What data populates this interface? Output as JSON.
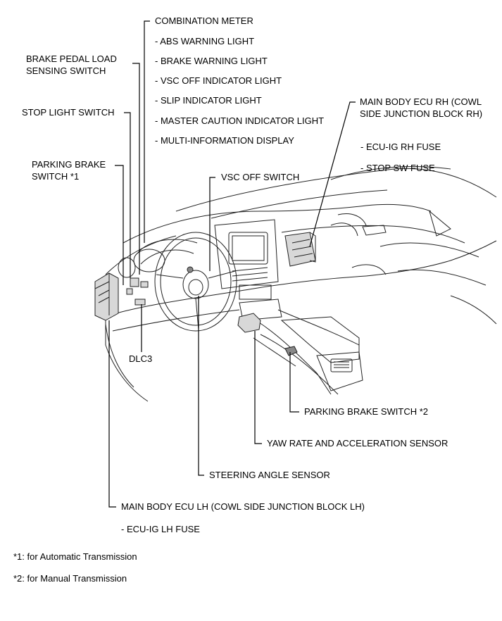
{
  "labels": {
    "combination_meter": "COMBINATION METER",
    "abs_warning": "- ABS WARNING LIGHT",
    "brake_warning": "- BRAKE WARNING LIGHT",
    "vsc_off_indicator": "- VSC OFF INDICATOR LIGHT",
    "slip_indicator": "- SLIP INDICATOR LIGHT",
    "master_caution": "- MASTER CAUTION INDICATOR LIGHT",
    "multi_info": "- MULTI-INFORMATION DISPLAY",
    "brake_pedal_load": "BRAKE PEDAL LOAD\nSENSING SWITCH",
    "stop_light_switch": "STOP LIGHT SWITCH",
    "parking_brake_1": "PARKING BRAKE\nSWITCH *1",
    "main_body_ecu_rh": "MAIN BODY ECU RH (COWL\nSIDE JUNCTION BLOCK RH)",
    "ecu_ig_rh": "- ECU-IG RH FUSE",
    "stop_sw": "- STOP SW FUSE",
    "vsc_off_switch": "VSC OFF SWITCH",
    "dlc3": "DLC3",
    "parking_brake_2": "PARKING BRAKE SWITCH *2",
    "yaw_rate": "YAW RATE AND ACCELERATION SENSOR",
    "steering_angle": "STEERING ANGLE SENSOR",
    "main_body_ecu_lh": "MAIN BODY ECU LH (COWL SIDE JUNCTION BLOCK LH)",
    "ecu_ig_lh": "- ECU-IG LH FUSE"
  },
  "footnotes": {
    "note1": "*1: for Automatic Transmission",
    "note2": "*2: for Manual Transmission"
  }
}
